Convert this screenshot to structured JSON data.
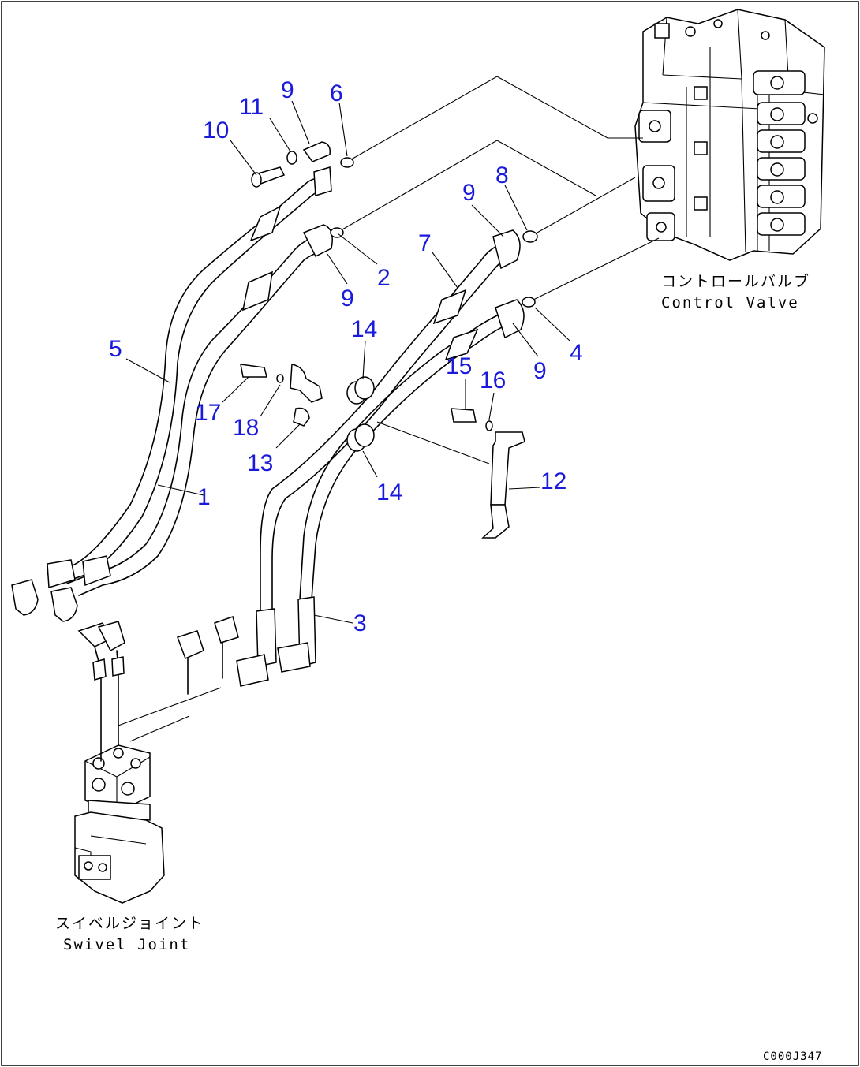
{
  "labels": {
    "control_valve_jp": "コントロールバルブ",
    "control_valve_en": "Control Valve",
    "swivel_joint_jp": "スイベルジョイント",
    "swivel_joint_en": "Swivel Joint",
    "drawing_code": "C000J347"
  },
  "callouts": {
    "c1": "1",
    "c2": "2",
    "c3": "3",
    "c4": "4",
    "c5": "5",
    "c6": "6",
    "c7": "7",
    "c8": "8",
    "c9a": "9",
    "c9b": "9",
    "c9c": "9",
    "c9d": "9",
    "c10": "10",
    "c11": "11",
    "c12": "12",
    "c13": "13",
    "c14a": "14",
    "c14b": "14",
    "c15": "15",
    "c16": "16",
    "c17": "17",
    "c18": "18"
  },
  "colors": {
    "callout": "#1a1adb",
    "line": "#000000"
  }
}
